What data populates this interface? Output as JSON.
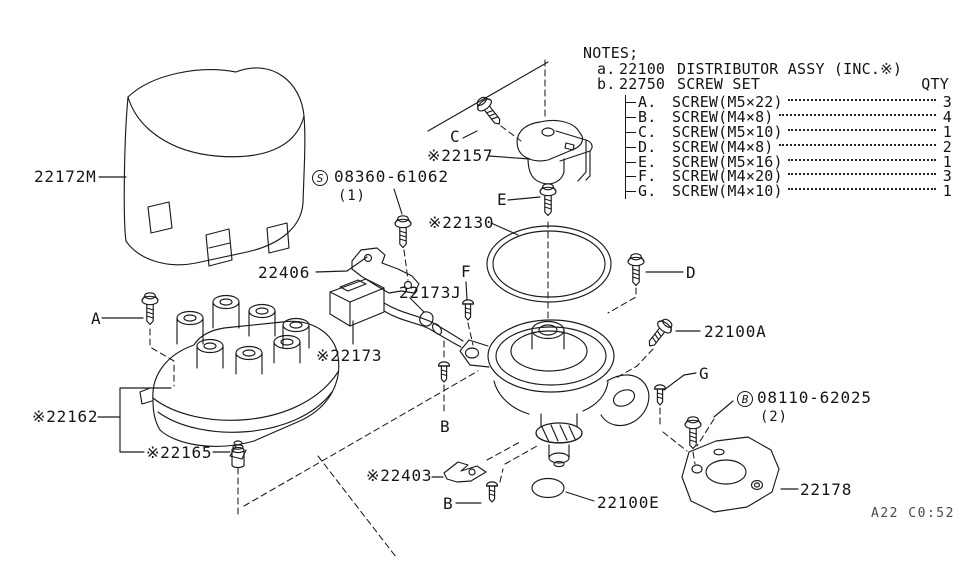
{
  "notes": {
    "heading": "NOTES;",
    "line_a": {
      "prefix": "a.",
      "part_no": "22100",
      "desc": "DISTRIBUTOR ASSY (INC.※)"
    },
    "line_b": {
      "prefix": "b.",
      "part_no": "22750",
      "desc": "SCREW SET",
      "qty_header": "QTY"
    },
    "rows": [
      {
        "letter": "A.",
        "desc": "SCREW(M5×22)",
        "qty": "3"
      },
      {
        "letter": "B.",
        "desc": "SCREW(M4×8)",
        "qty": "4"
      },
      {
        "letter": "C.",
        "desc": "SCREW(M5×10)",
        "qty": "1"
      },
      {
        "letter": "D.",
        "desc": "SCREW(M4×8)",
        "qty": "2"
      },
      {
        "letter": "E.",
        "desc": "SCREW(M5×16)",
        "qty": "1"
      },
      {
        "letter": "F.",
        "desc": "SCREW(M4×20)",
        "qty": "3"
      },
      {
        "letter": "G.",
        "desc": "SCREW(M4×10)",
        "qty": "1"
      }
    ]
  },
  "labels": {
    "dust_cover": "22172M",
    "screw_assy_symbol": "S",
    "screw_assy_part": "08360-61062",
    "screw_assy_qty": "(1)",
    "rotor": "※22157",
    "screw_c": "C",
    "screw_e": "E",
    "oring_cap": "※22130",
    "bracket": "22406",
    "screw_f": "F",
    "grommet": "22173J",
    "connector": "※22173",
    "screw_a": "A",
    "cap": "※22162",
    "carbon_brush": "※22165",
    "screw_b_upper": "B",
    "screw_d": "D",
    "screw_22100a": "22100A",
    "screw_g": "G",
    "bolt_symbol": "B",
    "bolt_part": "08110-62025",
    "bolt_qty": "(2)",
    "clamp": "※22403",
    "screw_b_lower": "B",
    "oring_shaft": "22100E",
    "adapter_plate": "22178",
    "corner_code": "A22 C0:52"
  }
}
